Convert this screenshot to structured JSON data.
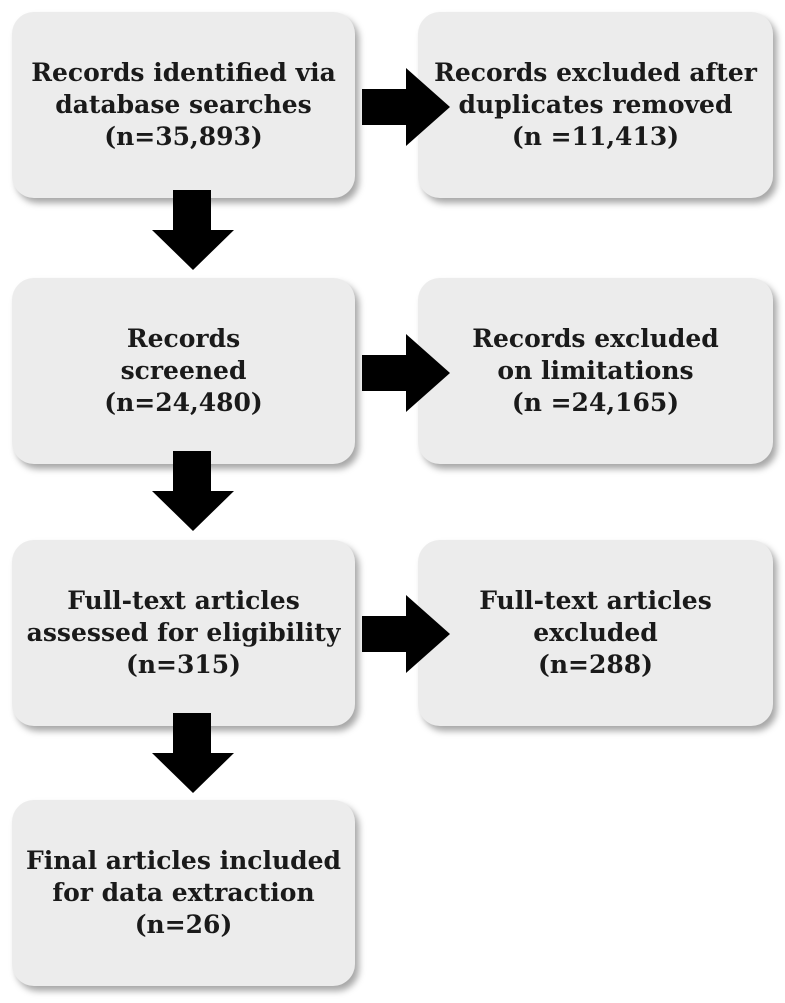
{
  "flow": {
    "identified": {
      "line1": "Records identified via",
      "line2": "database searches",
      "count": "(n=35,893)"
    },
    "duplicates_removed": {
      "line1": "Records excluded after",
      "line2": "duplicates removed",
      "count": "(n =11,413)"
    },
    "screened": {
      "line1": "Records",
      "line2": "screened",
      "count": "(n=24,480)"
    },
    "excluded_limitations": {
      "line1": "Records excluded",
      "line2": "on limitations",
      "count": "(n =24,165)"
    },
    "fulltext_assessed": {
      "line1": "Full-text articles",
      "line2": "assessed for eligibility",
      "count": "(n=315)"
    },
    "fulltext_excluded": {
      "line1": "Full-text articles",
      "line2": "excluded",
      "count": "(n=288)"
    },
    "final_included": {
      "line1": "Final articles included",
      "line2": "for data extraction",
      "count": "(n=26)"
    }
  },
  "colors": {
    "box_fill": "#ececec",
    "arrow_fill": "#000000",
    "text": "#1a1a1a"
  }
}
